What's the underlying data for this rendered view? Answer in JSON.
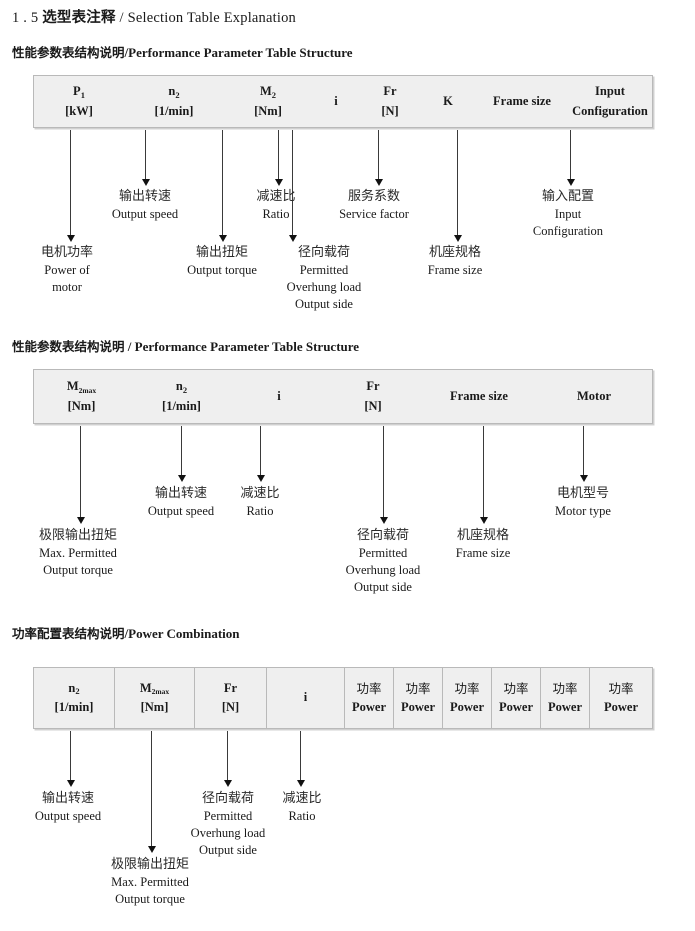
{
  "document": {
    "title_number": "1 . 5",
    "title_cn": "选型表注释",
    "title_sep": "/",
    "title_en": "Selection Table Explanation"
  },
  "sections": [
    {
      "heading_cn": "性能参数表结构说明",
      "heading_sep": "/",
      "heading_en": "Performance Parameter Table Structure",
      "table": {
        "columns": [
          {
            "line1": "P",
            "line1_sub": "1",
            "line2": "[kW]"
          },
          {
            "line1": "n",
            "line1_sub": "2",
            "line2": "[1/min]"
          },
          {
            "line1": "M",
            "line1_sub": "2",
            "line2": "[Nm]"
          },
          {
            "line1": "i",
            "line1_sub": "",
            "line2": ""
          },
          {
            "line1": "Fr",
            "line1_sub": "",
            "line2": "[N]"
          },
          {
            "line1": "K",
            "line1_sub": "",
            "line2": ""
          },
          {
            "line1": "Frame size",
            "line1_sub": "",
            "line2": ""
          },
          {
            "line1": "Input",
            "line1_sub": "",
            "line2": "Configuration"
          }
        ]
      },
      "notes": [
        {
          "cn": "电机功率",
          "en1": "Power of",
          "en2": "motor",
          "en3": "",
          "en4": ""
        },
        {
          "cn": "输出转速",
          "en1": "Output speed",
          "en2": "",
          "en3": "",
          "en4": ""
        },
        {
          "cn": "输出扭矩",
          "en1": "Output torque",
          "en2": "",
          "en3": "",
          "en4": ""
        },
        {
          "cn": "减速比",
          "en1": "Ratio",
          "en2": "",
          "en3": "",
          "en4": ""
        },
        {
          "cn": "径向载荷",
          "en1": "Permitted",
          "en2": "Overhung load",
          "en3": "Output side",
          "en4": ""
        },
        {
          "cn": "服务系数",
          "en1": "Service factor",
          "en2": "",
          "en3": "",
          "en4": ""
        },
        {
          "cn": "机座规格",
          "en1": "Frame size",
          "en2": "",
          "en3": "",
          "en4": ""
        },
        {
          "cn": "输入配置",
          "en1": "Input",
          "en2": "Configuration",
          "en3": "",
          "en4": ""
        }
      ]
    },
    {
      "heading_cn": "性能参数表结构说明",
      "heading_sep": "/",
      "heading_en": "Performance Parameter Table Structure",
      "table": {
        "columns": [
          {
            "line1": "M",
            "line1_sub": "2max",
            "line2": "[Nm]"
          },
          {
            "line1": "n",
            "line1_sub": "2",
            "line2": "[1/min]"
          },
          {
            "line1": "i",
            "line1_sub": "",
            "line2": ""
          },
          {
            "line1": "Fr",
            "line1_sub": "",
            "line2": "[N]"
          },
          {
            "line1": "Frame size",
            "line1_sub": "",
            "line2": ""
          },
          {
            "line1": "Motor",
            "line1_sub": "",
            "line2": ""
          }
        ]
      },
      "notes": [
        {
          "cn": "极限输出扭矩",
          "en1": "Max. Permitted",
          "en2": "Output  torque",
          "en3": "",
          "en4": ""
        },
        {
          "cn": "输出转速",
          "en1": "Output speed",
          "en2": "",
          "en3": "",
          "en4": ""
        },
        {
          "cn": "减速比",
          "en1": "Ratio",
          "en2": "",
          "en3": "",
          "en4": ""
        },
        {
          "cn": "径向载荷",
          "en1": "Permitted",
          "en2": "Overhung load",
          "en3": "Output side",
          "en4": ""
        },
        {
          "cn": "机座规格",
          "en1": "Frame size",
          "en2": "",
          "en3": "",
          "en4": ""
        },
        {
          "cn": "电机型号",
          "en1": "Motor type",
          "en2": "",
          "en3": "",
          "en4": ""
        }
      ]
    },
    {
      "heading_cn": "功率配置表结构说明",
      "heading_sep": "/",
      "heading_en": "Power Combination",
      "table": {
        "columns": [
          {
            "line1": "n",
            "line1_sub": "2",
            "line2": "[1/min]"
          },
          {
            "line1": "M",
            "line1_sub": "2max",
            "line2": "[Nm]"
          },
          {
            "line1": "Fr",
            "line1_sub": "",
            "line2": "[N]"
          },
          {
            "line1": "i",
            "line1_sub": "",
            "line2": ""
          },
          {
            "line1_cn": "功率",
            "line2": "Power"
          },
          {
            "line1_cn": "功率",
            "line2": "Power"
          },
          {
            "line1_cn": "功率",
            "line2": "Power"
          },
          {
            "line1_cn": "功率",
            "line2": "Power"
          },
          {
            "line1_cn": "功率",
            "line2": "Power"
          },
          {
            "line1_cn": "功率",
            "line2": "Power"
          }
        ]
      },
      "notes": [
        {
          "cn": "输出转速",
          "en1": "Output speed",
          "en2": "",
          "en3": "",
          "en4": ""
        },
        {
          "cn": "极限输出扭矩",
          "en1": "Max. Permitted",
          "en2": "Output  torque",
          "en3": "",
          "en4": ""
        },
        {
          "cn": "径向载荷",
          "en1": "Permitted",
          "en2": "Overhung load",
          "en3": "Output side",
          "en4": ""
        },
        {
          "cn": "减速比",
          "en1": "Ratio",
          "en2": "",
          "en3": "",
          "en4": ""
        }
      ]
    }
  ]
}
